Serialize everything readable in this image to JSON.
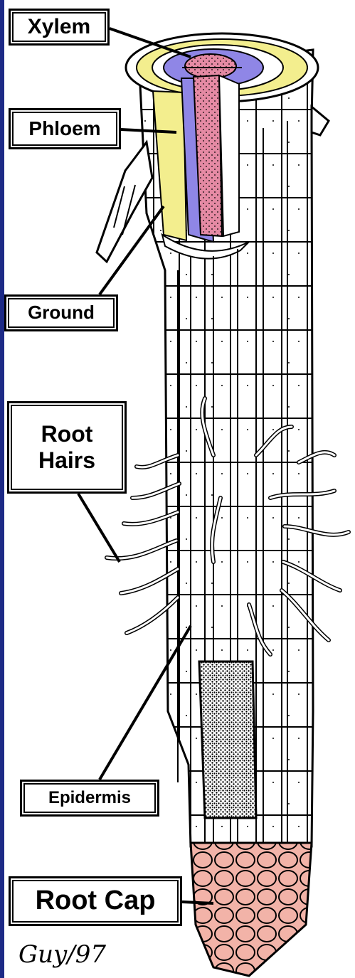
{
  "labels": {
    "xylem": "Xylem",
    "phloem": "Phloem",
    "ground": "Ground",
    "root_hairs_line1": "Root",
    "root_hairs_line2": "Hairs",
    "epidermis": "Epidermis",
    "root_cap": "Root Cap"
  },
  "signature": "Guy/97",
  "colors": {
    "xylem": "#e58aa4",
    "phloem": "#8f86e6",
    "ground": "#f3ee8e",
    "root_cap": "#f2b3a8",
    "left_bar": "#1d2a86"
  }
}
